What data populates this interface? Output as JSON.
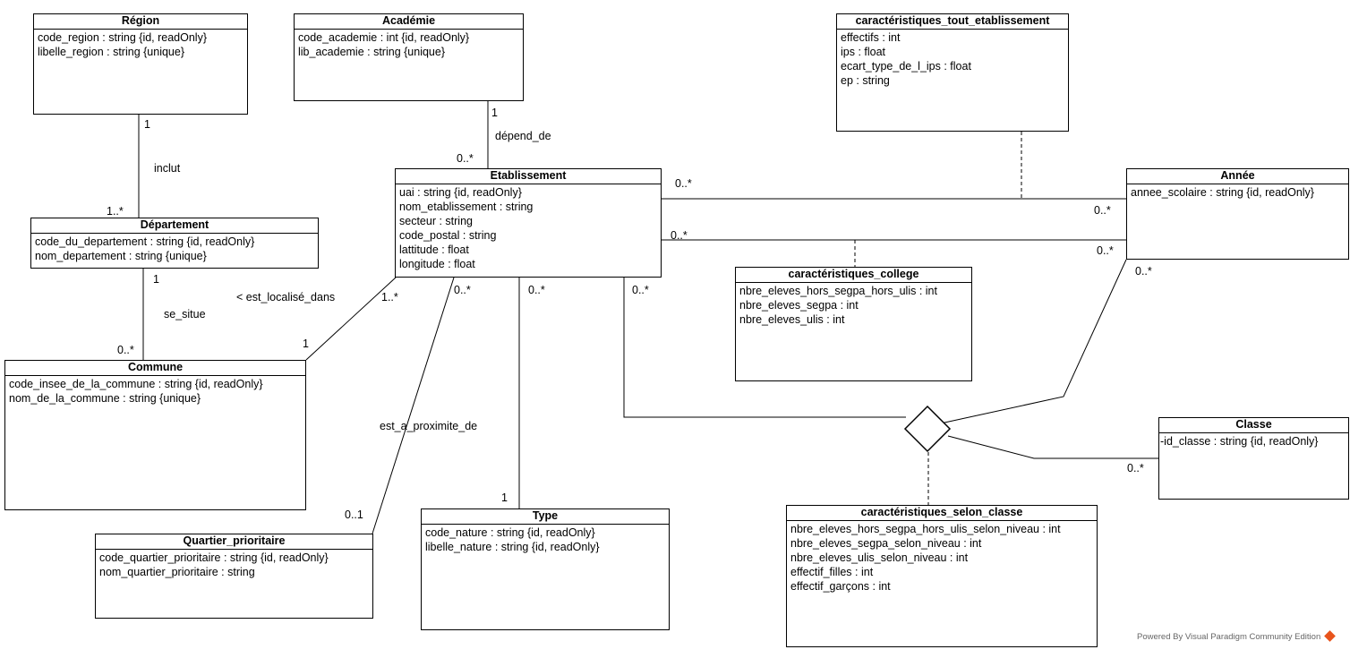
{
  "classes": {
    "region": {
      "name": "Région",
      "attributes": [
        "code_region : string {id, readOnly}",
        "libelle_region : string {unique}"
      ]
    },
    "academie": {
      "name": "Académie",
      "attributes": [
        "code_academie : int {id, readOnly}",
        "lib_academie : string {unique}"
      ]
    },
    "carac_tout": {
      "name": "caractéristiques_tout_etablissement",
      "attributes": [
        "effectifs : int",
        "ips : float",
        "ecart_type_de_l_ips : float",
        "ep : string"
      ]
    },
    "departement": {
      "name": "Département",
      "attributes": [
        "code_du_departement : string {id, readOnly}",
        "nom_departement : string {unique}"
      ]
    },
    "etablissement": {
      "name": "Etablissement",
      "attributes": [
        "uai : string {id, readOnly}",
        "nom_etablissement : string",
        "secteur : string",
        "code_postal : string",
        "lattitude : float",
        "longitude : float"
      ]
    },
    "annee": {
      "name": "Année",
      "attributes": [
        "annee_scolaire : string {id, readOnly}"
      ]
    },
    "carac_college": {
      "name": "caractéristiques_college",
      "attributes": [
        "nbre_eleves_hors_segpa_hors_ulis : int",
        "nbre_eleves_segpa : int",
        "nbre_eleves_ulis : int"
      ]
    },
    "commune": {
      "name": "Commune",
      "attributes": [
        "code_insee_de_la_commune : string {id, readOnly}",
        "nom_de_la_commune : string {unique}"
      ]
    },
    "classe": {
      "name": "Classe",
      "attributes": [
        "-id_classe : string {id, readOnly}"
      ]
    },
    "carac_classe": {
      "name": "caractéristiques_selon_classe",
      "attributes": [
        "nbre_eleves_hors_segpa_hors_ulis_selon_niveau : int",
        "nbre_eleves_segpa_selon_niveau : int",
        "nbre_eleves_ulis_selon_niveau : int",
        "effectif_filles : int",
        "effectif_garçons : int"
      ]
    },
    "quartier": {
      "name": "Quartier_prioritaire",
      "attributes": [
        "code_quartier_prioritaire : string {id, readOnly}",
        "nom_quartier_prioritaire : string"
      ]
    },
    "type": {
      "name": "Type",
      "attributes": [
        "code_nature : string {id, readOnly}",
        "libelle_nature : string {id, readOnly}"
      ]
    }
  },
  "labels": {
    "region_mult": "1",
    "inclut": "inclut",
    "departement_mult": "1..*",
    "academie_mult": "1",
    "depend_de": "dépend_de",
    "etab_academie_mult": "0..*",
    "dept_commune_mult": "1",
    "se_situe": "se_situe",
    "commune_mult": "0..*",
    "est_localise_dans": "< est_localisé_dans",
    "etab_commune_mult": "1..*",
    "commune_one": "1",
    "etab_quartier_mult": "0..*",
    "etab_type_mult": "0..*",
    "etab_nary_mult": "0..*",
    "est_a_proximite_de": "est_a_proximite_de",
    "type_one": "1",
    "quartier_mult": "0..1",
    "etab_annee_top_mult": "0..*",
    "annee_top_mult": "0..*",
    "etab_annee_bottom_mult": "0..*",
    "annee_bottom_mult": "0..*",
    "annee_nary_mult": "0..*",
    "classe_mult": "0..*"
  },
  "footer": {
    "credit": "Powered By Visual Paradigm Community Edition",
    "logo_icon": "visual-paradigm-logo-icon"
  }
}
